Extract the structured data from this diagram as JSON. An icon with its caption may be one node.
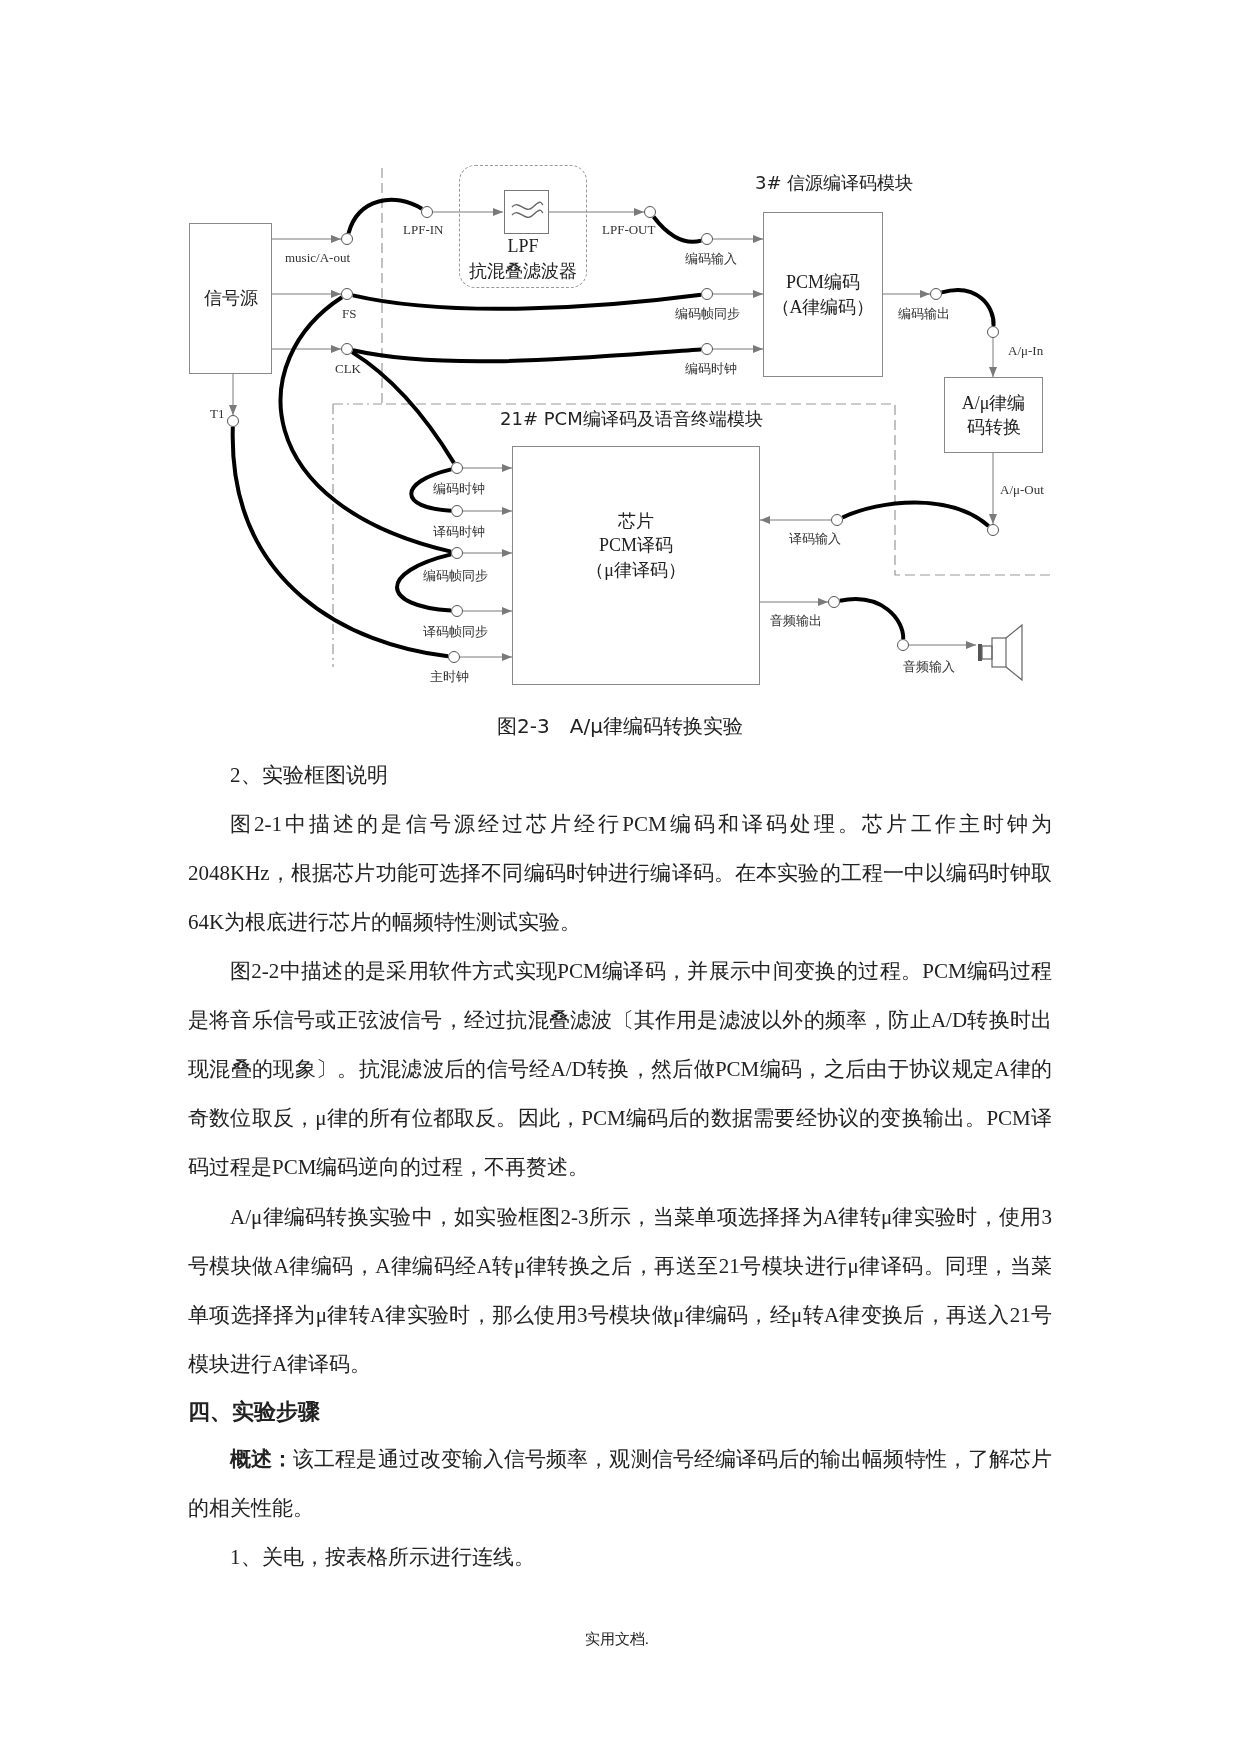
{
  "diagram": {
    "caption": "图2-3　A/μ律编码转换实验",
    "nodes": [
      {
        "text": [
          "信号源"
        ]
      },
      {
        "text": [],
        "shape": "circle",
        "beside": [
          "music/A-out"
        ]
      },
      {
        "text": [],
        "shape": "circle",
        "beside": [
          "LPF-IN"
        ]
      },
      {
        "text": [
          "LPF",
          "抗混叠滤波器"
        ]
      },
      {
        "text": [],
        "shape": "box",
        "in": 3
      },
      {
        "text": [],
        "shape": "circle",
        "beside": [
          "LPF-OUT"
        ]
      },
      {
        "text": [
          "PCM编码",
          "（A律编码）"
        ]
      },
      {
        "text": [],
        "shape": "circle",
        "beside": [
          "编码输入"
        ]
      },
      {
        "text": [],
        "shape": "circle",
        "beside": [
          "FS"
        ]
      },
      {
        "text": [],
        "shape": "circle",
        "beside": [
          "编码帧同步"
        ]
      },
      {
        "text": [],
        "shape": "circle",
        "beside": [
          "编码输出"
        ]
      },
      {
        "text": [],
        "shape": "circle",
        "beside": [
          "CLK"
        ]
      },
      {
        "text": [],
        "shape": "circle",
        "beside": [
          "编码时钟"
        ]
      },
      {
        "text": [],
        "shape": "circle",
        "beside": [
          "A/μ-In"
        ]
      },
      {
        "text": [
          "A/μ律编码转换"
        ]
      },
      {
        "text": [],
        "shape": "circle",
        "beside": [
          "T1"
        ]
      },
      {
        "text": [],
        "shape": "circle",
        "beside": [
          "编码时钟"
        ]
      },
      {
        "text": [
          "芯片",
          "PCM译码",
          "（μ律译码）"
        ]
      },
      {
        "text": [],
        "shape": "circle",
        "beside": [
          "译码时钟"
        ]
      },
      {
        "text": [],
        "shape": "circle",
        "beside": [
          "译码输入"
        ]
      },
      {
        "text": [],
        "shape": "circle",
        "beside": [
          "A/μ-Out"
        ]
      },
      {
        "text": [],
        "shape": "circle",
        "beside": [
          "编码帧同步"
        ]
      },
      {
        "text": [],
        "shape": "circle",
        "beside": [
          "译码帧同步"
        ]
      },
      {
        "text": [],
        "shape": "circle",
        "beside": [
          "音频输出"
        ]
      },
      {
        "text": [],
        "shape": "circle",
        "beside": [
          "音频输入"
        ]
      },
      {
        "text": [],
        "shape": "speaker"
      },
      {
        "text": [],
        "shape": "circle",
        "beside": [
          "主时钟"
        ]
      }
    ],
    "edges": [
      {
        "from": 0,
        "to": 1,
        "arrow": "to"
      },
      {
        "from": 1,
        "to": 2,
        "arrow": "none",
        "style": "thick",
        "color": "#000000"
      },
      {
        "from": 2,
        "to": 4,
        "arrow": "to"
      },
      {
        "from": 4,
        "to": 5,
        "arrow": "to"
      },
      {
        "from": 5,
        "to": 7,
        "arrow": "none",
        "style": "thick",
        "color": "#000000"
      },
      {
        "from": 7,
        "to": 6,
        "arrow": "to"
      },
      {
        "from": 0,
        "to": 8,
        "arrow": "to"
      },
      {
        "from": 8,
        "to": 9,
        "arrow": "none",
        "style": "thick",
        "color": "#000000"
      },
      {
        "from": 9,
        "to": 6,
        "arrow": "to"
      },
      {
        "from": 6,
        "to": 10,
        "arrow": "to"
      },
      {
        "from": 10,
        "to": 13,
        "arrow": "none",
        "style": "thick",
        "color": "#000000"
      },
      {
        "from": 0,
        "to": 11,
        "arrow": "to"
      },
      {
        "from": 11,
        "to": 12,
        "arrow": "none",
        "style": "thick",
        "color": "#000000"
      },
      {
        "from": 12,
        "to": 6,
        "arrow": "to"
      },
      {
        "from": 13,
        "to": 14,
        "arrow": "to"
      },
      {
        "from": 0,
        "to": 15,
        "arrow": "to"
      },
      {
        "from": 11,
        "to": 16,
        "arrow": "none",
        "style": "thick",
        "color": "#000000"
      },
      {
        "from": 8,
        "to": 21,
        "arrow": "none",
        "style": "thick",
        "color": "#000000"
      },
      {
        "from": 16,
        "to": 17,
        "arrow": "to"
      },
      {
        "from": 16,
        "to": 18,
        "arrow": "none",
        "style": "thick",
        "color": "#000000"
      },
      {
        "from": 18,
        "to": 17,
        "arrow": "to"
      },
      {
        "from": 14,
        "to": 20,
        "arrow": "to"
      },
      {
        "from": 20,
        "to": 19,
        "arrow": "none",
        "style": "thick",
        "color": "#000000"
      },
      {
        "from": 19,
        "to": 17,
        "arrow": "to"
      },
      {
        "from": 21,
        "to": 17,
        "arrow": "to"
      },
      {
        "from": 21,
        "to": 22,
        "arrow": "none",
        "style": "thick",
        "color": "#000000"
      },
      {
        "from": 22,
        "to": 17,
        "arrow": "to"
      },
      {
        "from": 17,
        "to": 23,
        "arrow": "to"
      },
      {
        "from": 23,
        "to": 24,
        "arrow": "none",
        "style": "thick",
        "color": "#000000"
      },
      {
        "from": 24,
        "to": 25,
        "arrow": "to"
      },
      {
        "from": 15,
        "to": 26,
        "arrow": "none",
        "style": "thick",
        "color": "#000000"
      },
      {
        "from": 26,
        "to": 17,
        "arrow": "to"
      }
    ],
    "labels": [
      "3# 信源编译码模块",
      "21# PCM编译码及语音终端模块",
      "2、实验框图说明",
      "图2-1中描述的是信号源经过芯片经行PCM编码和译码处理。芯片工作主时钟为2048KHz，根据芯片功能可选择不同编码时钟进行编译码。在本实验的工程一中以编码时钟取64K为根底进行芯片的幅频特性测试实验。",
      "图2-2中描述的是采用软件方式实现PCM编译码，并展示中间变换的过程。PCM编码过程是将音乐信号或正弦波信号，经过抗混叠滤波〔其作用是滤波以外的频率，防止A/D转换时出现混叠的现象〕。抗混滤波后的信号经A/D转换，然后做PCM编码，之后由于协议规定A律的奇数位取反，μ律的所有位都取反。因此，PCM编码后的数据需要经协议的变换输出。PCM译码过程是PCM编码逆向的过程，不再赘述。",
      "A/μ律编码转换实验中，如实验框图2-3所示，当菜单项选择择为A律转μ律实验时，使用3号模块做A律编码，A律编码经A转μ律转换之后，再送至21号模块进行μ律译码。同理，当菜单项选择择为μ律转A律实验时，那么使用3号模块做μ律编码，经μ转A律变换后，再送入21号模块进行A律译码。",
      "四、实验步骤",
      "**概述：**该工程是通过改变输入信号频率，观测信号经编译码后的输出幅频特性，了解芯片的相关性能。",
      "1、关电，按表格所示进行连线。",
      "实用文档."
    ]
  }
}
